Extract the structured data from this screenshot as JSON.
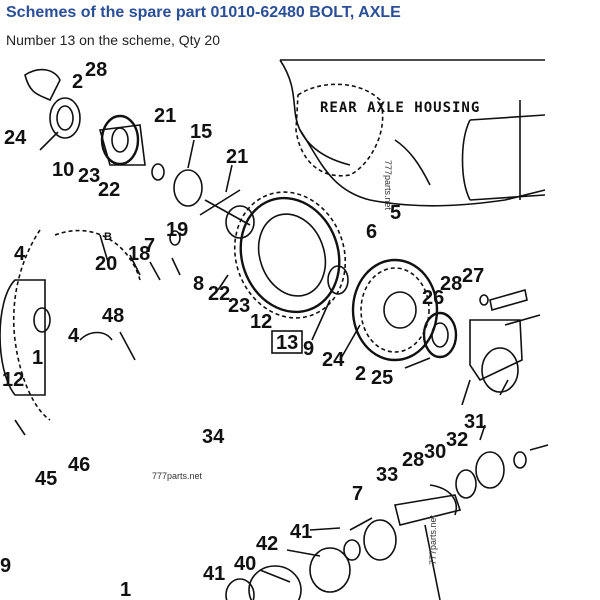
{
  "header": {
    "title": "Schemes of the spare part 01010-62480 BOLT, AXLE",
    "subtitle": "Number 13 on the scheme, Qty 20"
  },
  "scheme": {
    "housing_label": "REAR AXLE HOUSING",
    "highlighted_callout": "13",
    "watermarks": [
      "777parts.net",
      "777parts.net",
      "777parts.net"
    ],
    "callouts": [
      "28",
      "2",
      "24",
      "21",
      "15",
      "10",
      "23",
      "22",
      "21",
      "19",
      "7",
      "4",
      "20",
      "18",
      "8",
      "6",
      "5",
      "28",
      "27",
      "26",
      "22",
      "23",
      "12",
      "13",
      "9",
      "48",
      "4",
      "1",
      "12",
      "24",
      "2",
      "25",
      "31",
      "32",
      "34",
      "46",
      "45",
      "33",
      "30",
      "28",
      "7",
      "41",
      "42",
      "40",
      "41",
      "1",
      "9"
    ],
    "extra_labels": [
      "B"
    ]
  }
}
